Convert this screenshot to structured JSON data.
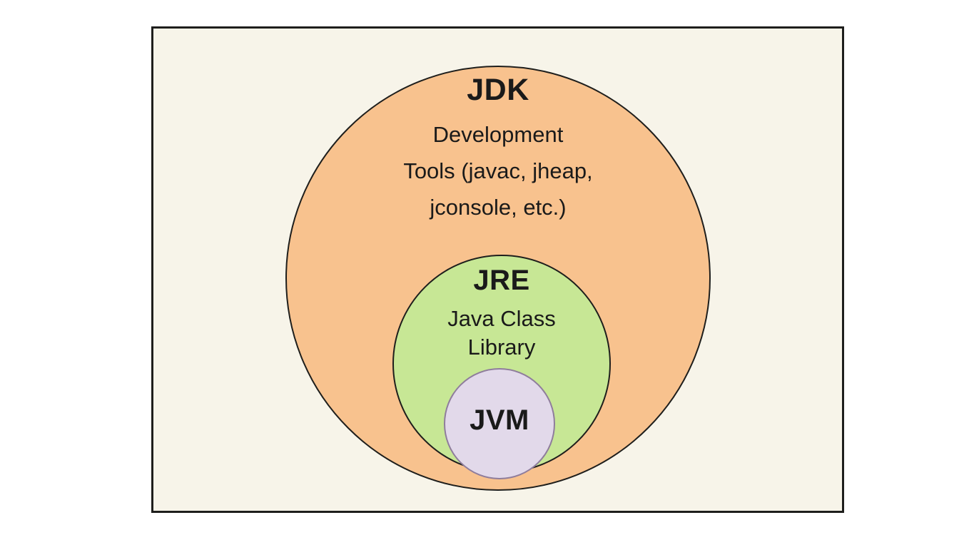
{
  "colors": {
    "page_bg": "#ffffff",
    "canvas_bg": "#f7f4e9",
    "outline": "#1e1e1c",
    "jdk_fill": "#f8c28e",
    "jre_fill": "#c7e795",
    "jvm_fill": "#e2d9ea",
    "jvm_border": "#8f7d9c",
    "text": "#1a1a1a"
  },
  "diagram": {
    "jdk": {
      "title": "JDK",
      "description_lines": [
        "Development",
        "Tools (javac, jheap,",
        "jconsole, etc.)"
      ]
    },
    "jre": {
      "title": "JRE",
      "description_lines": [
        "Java Class",
        "Library"
      ]
    },
    "jvm": {
      "title": "JVM"
    }
  }
}
